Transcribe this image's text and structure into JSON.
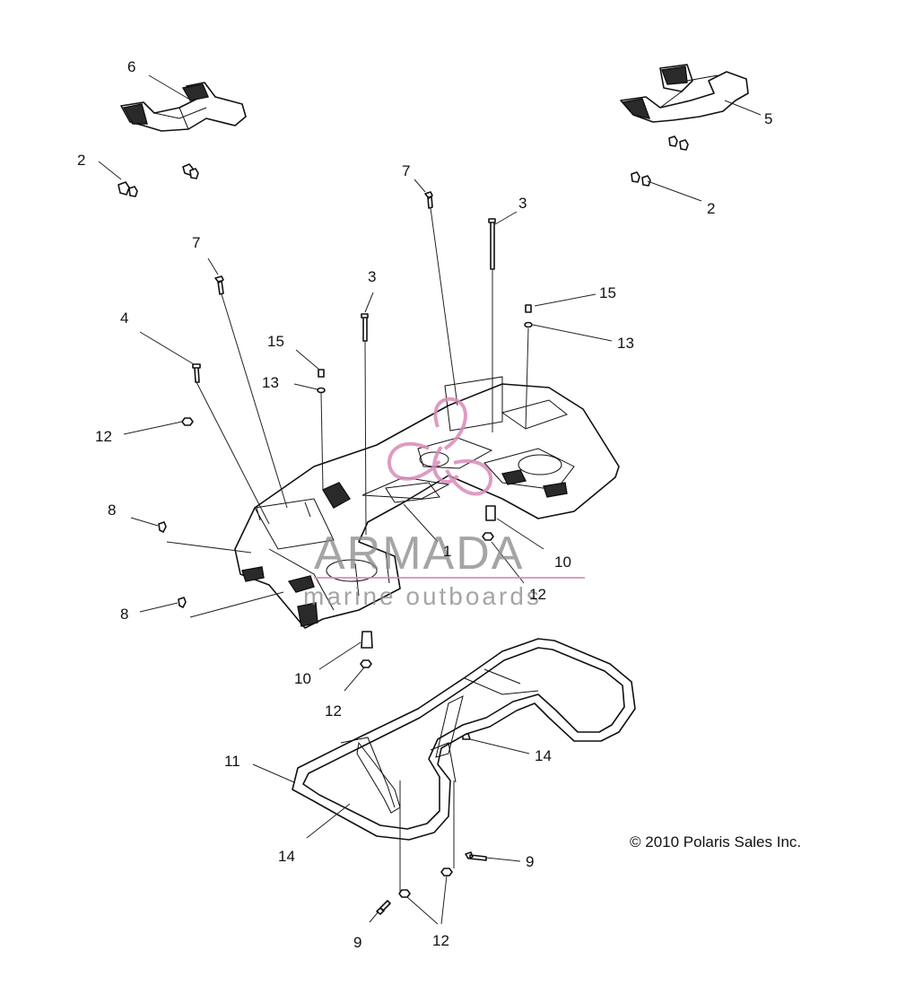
{
  "callouts": [
    {
      "id": "c6",
      "label": "6"
    },
    {
      "id": "c2a",
      "label": "2"
    },
    {
      "id": "c5",
      "label": "5"
    },
    {
      "id": "c2b",
      "label": "2"
    },
    {
      "id": "c7a",
      "label": "7"
    },
    {
      "id": "c3a",
      "label": "3"
    },
    {
      "id": "c7b",
      "label": "7"
    },
    {
      "id": "c3b",
      "label": "3"
    },
    {
      "id": "c15a",
      "label": "15"
    },
    {
      "id": "c13a",
      "label": "13"
    },
    {
      "id": "c4",
      "label": "4"
    },
    {
      "id": "c15b",
      "label": "15"
    },
    {
      "id": "c13b",
      "label": "13"
    },
    {
      "id": "c12a",
      "label": "12"
    },
    {
      "id": "c8a",
      "label": "8"
    },
    {
      "id": "c8b",
      "label": "8"
    },
    {
      "id": "c1",
      "label": "1"
    },
    {
      "id": "c10a",
      "label": "10"
    },
    {
      "id": "c12b",
      "label": "12"
    },
    {
      "id": "c10b",
      "label": "10"
    },
    {
      "id": "c12c",
      "label": "12"
    },
    {
      "id": "c11",
      "label": "11"
    },
    {
      "id": "c14a",
      "label": "14"
    },
    {
      "id": "c14b",
      "label": "14"
    },
    {
      "id": "c9a",
      "label": "9"
    },
    {
      "id": "c9b",
      "label": "9"
    },
    {
      "id": "c12d",
      "label": "12"
    }
  ],
  "copyright": "© 2010 Polaris Sales Inc.",
  "watermark": {
    "brand": "ARMADA",
    "tagline": "marine outboards",
    "colors": {
      "logo": "#d98bb8",
      "text": "#8a8a8a"
    }
  }
}
